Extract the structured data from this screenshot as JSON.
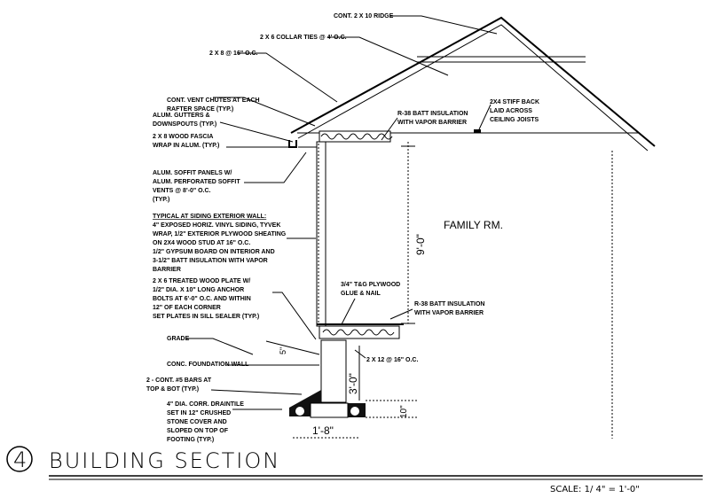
{
  "drawing": {
    "room_label": "FAMILY RM.",
    "title_number": "4",
    "title": "BUILDING SECTION",
    "scale": "SCALE: 1/ 4\" = 1'-0\"",
    "dimensions": {
      "wall_height": "9'-0\"",
      "foundation_height": "3'-0\"",
      "footing_depth": "10\"",
      "footing_width": "1'-8\"",
      "grade_offset": "5\""
    },
    "labels": {
      "ridge": [
        "CONT. 2 X 10 RIDGE"
      ],
      "collar": [
        "2 X 6 COLLAR TIES @ 4' O.C."
      ],
      "rafter": [
        "2 X 8 @ 16\" O.C."
      ],
      "vent": [
        "CONT. VENT CHUTES AT EACH",
        "RAFTER SPACE (TYP.)"
      ],
      "gutter": [
        "ALUM. GUTTERS &",
        "DOWNSPOUTS (TYP.)"
      ],
      "fascia": [
        "2 X 8 WOOD FASCIA",
        "WRAP IN ALUM. (TYP.)"
      ],
      "soffit": [
        "ALUM. SOFFIT PANELS W/",
        "ALUM. PERFORATED SOFFIT",
        "VENTS @ 8'-0\" O.C.",
        "(TYP.)"
      ],
      "wall": [
        "TYPICAL AT SIDING EXTERIOR WALL:",
        "4\" EXPOSED HORIZ. VINYL SIDING, TYVEK",
        "WRAP, 1/2\" EXTERIOR PLYWOOD SHEATING",
        "ON 2X4 WOOD STUD AT 16\" O.C.",
        "1/2\" GYPSUM BOARD ON INTERIOR AND",
        "3-1/2\" BATT INSULATION WITH VAPOR",
        "BARRIER"
      ],
      "plate": [
        "2 X 6 TREATED WOOD PLATE W/",
        "1/2\" DIA. X 10\" LONG ANCHOR",
        "BOLTS AT 6'-0\" O.C. AND WITHIN",
        "12\" OF EACH CORNER",
        "SET PLATES IN SILL SEALER (TYP.)"
      ],
      "grade": [
        "GRADE"
      ],
      "foundation": [
        "CONC. FOUNDATION WALL"
      ],
      "bars": [
        "2 - CONT. #5 BARS AT",
        "TOP & BOT (TYP.)"
      ],
      "drain": [
        "4\" DIA. CORR. DRAINTILE",
        "SET IN 12\" CRUSHED",
        "STONE COVER AND",
        "SLOPED ON TOP OF",
        "FOOTING (TYP.)"
      ],
      "ceiling_insul": [
        "R-38 BATT INSULATION",
        "WITH VAPOR BARRIER"
      ],
      "stiffback": [
        "2X4 STIFF BACK",
        "LAID ACROSS",
        "CEILING JOISTS"
      ],
      "plywood": [
        "3/4\" T&G PLYWOOD",
        "GLUE & NAIL"
      ],
      "floor_insul": [
        "R-38 BATT INSULATION",
        "WITH VAPOR BARRIER"
      ],
      "joist": [
        "2 X 12 @ 16\" O.C."
      ]
    }
  }
}
